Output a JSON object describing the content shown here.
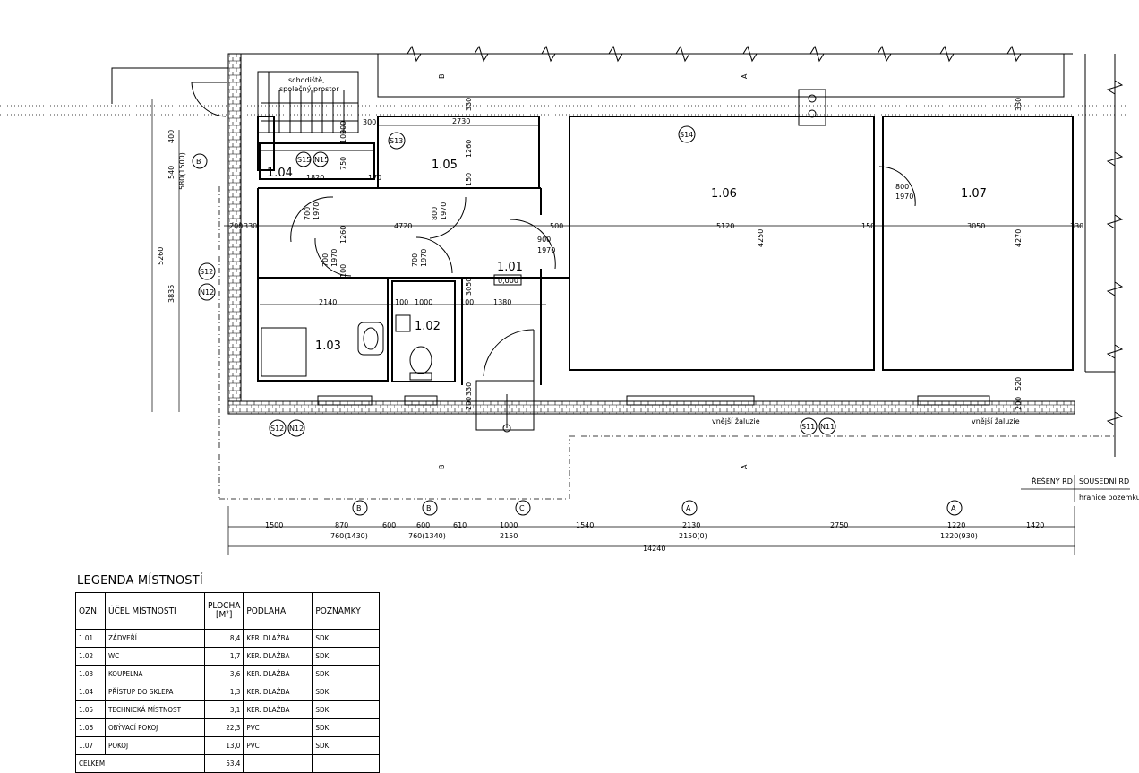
{
  "rooms": [
    {
      "code": "1.01"
    },
    {
      "code": "1.02"
    },
    {
      "code": "1.03"
    },
    {
      "code": "1.04"
    },
    {
      "code": "1.05"
    },
    {
      "code": "1.06"
    },
    {
      "code": "1.07"
    }
  ],
  "floor_level": "0,000",
  "notes": {
    "stairs_1": "schodiště,",
    "stairs_2": "společný prostor",
    "shutter": "vnější žaluzie",
    "shutter2": "vnější žaluzie",
    "solved": "ŘEŠENÝ RD",
    "neighbour": "SOUSEDNÍ RD",
    "boundary": "hranice pozemku"
  },
  "markers": [
    "S15",
    "N15",
    "S13",
    "S14",
    "S12",
    "N12",
    "S12",
    "N12",
    "S11",
    "N11"
  ],
  "section_marks": {
    "b": "B",
    "a": "A"
  },
  "axis": {
    "b": "B",
    "c": "C",
    "a": "A"
  },
  "dims_vertical": [
    "5260",
    "3835",
    "400",
    "540",
    "580(1500)",
    "330",
    "1260",
    "150",
    "750",
    "100",
    "200",
    "1260",
    "100",
    "3050",
    "330",
    "200",
    "4250",
    "4270",
    "330",
    "520",
    "200",
    "700",
    "1970",
    "800",
    "1970",
    "700",
    "1970",
    "700",
    "1970"
  ],
  "dims_horizontal": {
    "top": [
      "2730",
      "300",
      "1820",
      "170",
      "200",
      "330",
      "4720",
      "500",
      "900",
      "1970",
      "5120",
      "150",
      "3050",
      "330",
      "800",
      "1970",
      "2140",
      "100",
      "1000",
      "100",
      "1380"
    ],
    "bottom_row1": [
      "1500",
      "870",
      "600",
      "600",
      "610",
      "1000",
      "1540",
      "2130",
      "2750",
      "1220",
      "1420"
    ],
    "bottom_row2": [
      "760(1430)",
      "760(1340)",
      "2150",
      "2150(0)",
      "1220(930)"
    ],
    "total": "14240"
  },
  "legend": {
    "title": "LEGENDA MÍSTNOSTÍ",
    "headers": [
      "OZN.",
      "ÚČEL MÍSTNOSTI",
      "PLOCHA",
      "[M²]",
      "PODLAHA",
      "POZNÁMKY"
    ],
    "rows": [
      [
        "1.01",
        "ZÁDVEŘÍ",
        "8,4",
        "KER. DLAŽBA",
        "SDK"
      ],
      [
        "1.02",
        "WC",
        "1,7",
        "KER. DLAŽBA",
        "SDK"
      ],
      [
        "1.03",
        "KOUPELNA",
        "3,6",
        "KER. DLAŽBA",
        "SDK"
      ],
      [
        "1.04",
        "PŘÍSTUP DO SKLEPA",
        "1,3",
        "KER. DLAŽBA",
        "SDK"
      ],
      [
        "1.05",
        "TECHNICKÁ MÍSTNOST",
        "3,1",
        "KER. DLAŽBA",
        "SDK"
      ],
      [
        "1.06",
        "OBÝVACÍ POKOJ",
        "22,3",
        "PVC",
        "SDK"
      ],
      [
        "1.07",
        "POKOJ",
        "13,0",
        "PVC",
        "SDK"
      ]
    ],
    "total_label": "CELKEM",
    "total_value": "53.4"
  }
}
